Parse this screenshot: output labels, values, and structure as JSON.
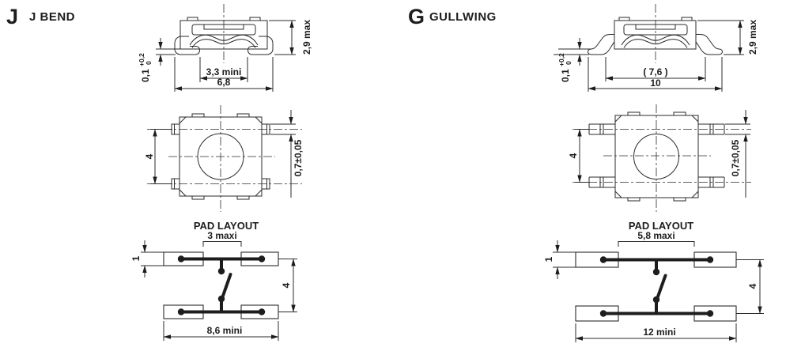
{
  "colors": {
    "accent_red": "#d8453e",
    "line": "#2b2b2b",
    "text": "#1d1d1d",
    "background": "#ffffff"
  },
  "panels": {
    "j": {
      "letter": "J",
      "title": "J BEND",
      "side_view": {
        "height": "2,9 max",
        "standoff_value": "0,1",
        "standoff_tol_plus": "+0,2",
        "standoff_tol_minus": "0",
        "inner_width": "3,3 mini",
        "outer_width": "6,8"
      },
      "top_view": {
        "body_size": "4",
        "lead_width": "0,7±0,05"
      },
      "pad_layout": {
        "title": "PAD LAYOUT",
        "gap": "3 maxi",
        "pad_width": "1",
        "pitch": "4",
        "span": "8,6 mini"
      }
    },
    "g": {
      "letter": "G",
      "title": "GULLWING",
      "side_view": {
        "height": "2,9 max",
        "standoff_value": "0,1",
        "standoff_tol_plus": "+0,2",
        "standoff_tol_minus": "0",
        "inner_width": "( 7,6 )",
        "outer_width": "10"
      },
      "top_view": {
        "body_size": "4",
        "lead_width": "0,7±0,05"
      },
      "pad_layout": {
        "title": "PAD LAYOUT",
        "gap": "5,8 maxi",
        "pad_width": "1",
        "pitch": "4",
        "span": "12 mini"
      }
    }
  }
}
